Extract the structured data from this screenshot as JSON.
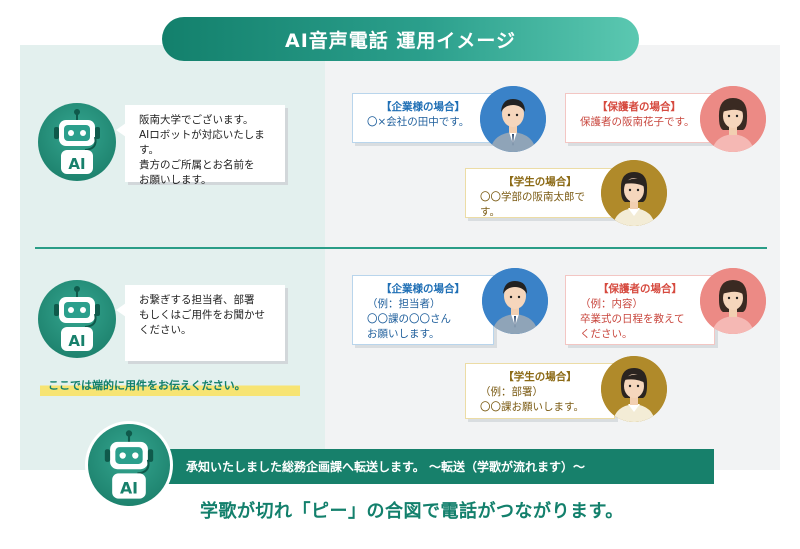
{
  "title": "AI音声電話 運用イメージ",
  "colors": {
    "primary": "#17806b",
    "highlight": "#f7e473",
    "company": "#1f6fb5",
    "parent": "#d64a3f",
    "student": "#8b6914"
  },
  "section1": {
    "ai_label": "AI",
    "ai_message": [
      "阪南大学でございます。",
      "AIロボットが対応いたします。",
      "貴方のご所属とお名前を",
      "お願いします。"
    ],
    "company": {
      "title": "【企業様の場合】",
      "lines": [
        "〇×会社の田中です。"
      ]
    },
    "parent": {
      "title": "【保護者の場合】",
      "lines": [
        "保護者の阪南花子です。"
      ]
    },
    "student": {
      "title": "【学生の場合】",
      "lines": [
        "〇〇学部の阪南太郎です。"
      ]
    }
  },
  "section2": {
    "ai_label": "AI",
    "ai_message": [
      "お繋ぎする担当者、部署",
      "もしくはご用件をお聞かせ",
      "ください。"
    ],
    "highlight": "ここでは端的に用件をお伝えください。",
    "company": {
      "title": "【企業様の場合】",
      "lines": [
        "（例：担当者）",
        "〇〇課の〇〇さん",
        "お願いします。"
      ]
    },
    "parent": {
      "title": "【保護者の場合】",
      "lines": [
        "（例：内容）",
        "卒業式の日程を教えて",
        "ください。"
      ]
    },
    "student": {
      "title": "【学生の場合】",
      "lines": [
        "（例：部署）",
        "〇〇課お願いします。"
      ]
    }
  },
  "footer": {
    "ai_label": "AI",
    "transfer_message": "承知いたしました総務企画課へ転送します。 〜転送（学歌が流れます）〜",
    "caption": "学歌が切れ「ピー」の合図で電話がつながります。"
  }
}
